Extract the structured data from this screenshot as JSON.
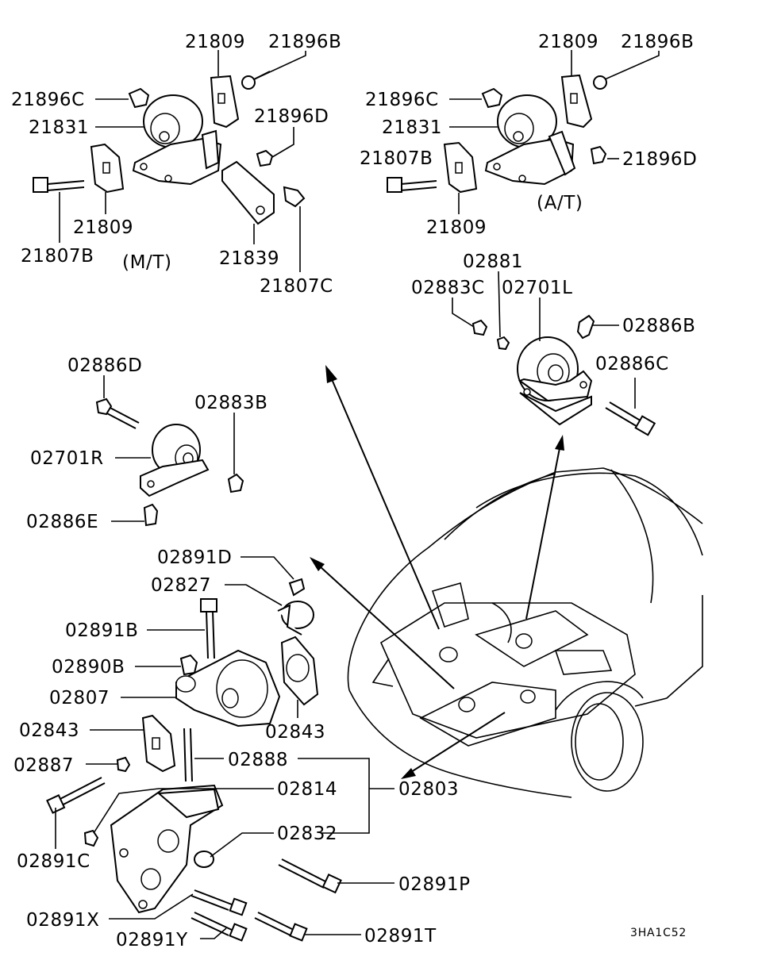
{
  "callouts": {
    "mt_21809_top": "21809",
    "mt_21896B": "21896B",
    "mt_21896C": "21896C",
    "mt_21831": "21831",
    "mt_21896D": "21896D",
    "mt_21809_bottom": "21809",
    "mt_21807B": "21807B",
    "mt_variant": "(M/T)",
    "mt_21839": "21839",
    "mt_21807C": "21807C",
    "at_21809_top": "21809",
    "at_21896B": "21896B",
    "at_21896C": "21896C",
    "at_21831": "21831",
    "at_21807B": "21807B",
    "at_21896D": "21896D",
    "at_variant": "(A/T)",
    "at_21809_bottom": "21809",
    "p_02881": "02881",
    "p_02883C": "02883C",
    "p_02701L": "02701L",
    "p_02886B": "02886B",
    "p_02886C": "02886C",
    "p_02886D": "02886D",
    "p_02883B": "02883B",
    "p_02701R": "02701R",
    "p_02886E": "02886E",
    "p_02891D": "02891D",
    "p_02827": "02827",
    "p_02891B": "02891B",
    "p_02890B": "02890B",
    "p_02807": "02807",
    "p_02843_left": "02843",
    "p_02843_right": "02843",
    "p_02887": "02887",
    "p_02888": "02888",
    "p_02814": "02814",
    "p_02803": "02803",
    "p_02832": "02832",
    "p_02891C": "02891C",
    "p_02891P": "02891P",
    "p_02891X": "02891X",
    "p_02891Y": "02891Y",
    "p_02891T": "02891T"
  },
  "drawing_code": "3HA1C52"
}
